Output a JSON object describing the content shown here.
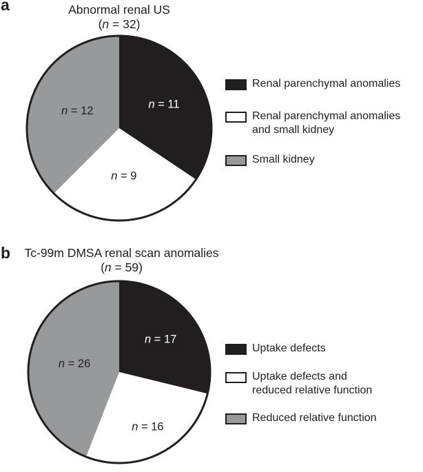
{
  "colors": {
    "black": "#221e1f",
    "gray": "#98999b",
    "white": "#ffffff",
    "page_bg": "#ffffff"
  },
  "panels": [
    {
      "panel_label": "a",
      "title": "Abnormal renal US",
      "subtitle": "(n = 32)",
      "legend": [
        {
          "swatch": "black",
          "lines": [
            "Renal parenchymal anomalies"
          ]
        },
        {
          "swatch": "white",
          "lines": [
            "Renal parenchymal anomalies",
            "and small kidney"
          ]
        },
        {
          "swatch": "gray",
          "lines": [
            "Small kidney"
          ]
        }
      ]
    },
    {
      "panel_label": "b",
      "title": "Tc-99m DMSA renal scan anomalies",
      "subtitle": "(n = 59)",
      "legend": [
        {
          "swatch": "black",
          "lines": [
            "Uptake defects"
          ]
        },
        {
          "swatch": "white",
          "lines": [
            "Uptake defects and",
            "reduced relative function"
          ]
        },
        {
          "swatch": "gray",
          "lines": [
            "Reduced relative function"
          ]
        }
      ]
    }
  ],
  "chart_data": [
    {
      "type": "pie",
      "title": "Abnormal renal US",
      "subtitle": "(n = 32)",
      "total": 32,
      "start_angle_deg": 0,
      "direction": "clockwise",
      "legend_position": "right",
      "slices": [
        {
          "id": "renal-parenchymal-anomalies",
          "label": "Renal parenchymal anomalies",
          "value": 11,
          "color": "#221e1f",
          "data_label": "n = 11",
          "label_color": "#ffffff",
          "label_r": 0.55
        },
        {
          "id": "renal-parenchymal-anomalies-and-small-kidney",
          "label": "Renal parenchymal anomalies and small kidney",
          "value": 9,
          "color": "#ffffff",
          "data_label": "n = 9",
          "label_color": "#221e1f",
          "label_r": 0.52
        },
        {
          "id": "small-kidney",
          "label": "Small kidney",
          "value": 12,
          "color": "#98999b",
          "data_label": "n = 12",
          "label_color": "#221e1f",
          "label_r": 0.49
        }
      ]
    },
    {
      "type": "pie",
      "title": "Tc-99m DMSA renal scan anomalies",
      "subtitle": "(n = 59)",
      "total": 59,
      "start_angle_deg": 0,
      "direction": "clockwise",
      "legend_position": "right",
      "slices": [
        {
          "id": "uptake-defects",
          "label": "Uptake defects",
          "value": 17,
          "color": "#221e1f",
          "data_label": "n = 17",
          "label_color": "#ffffff",
          "label_r": 0.58
        },
        {
          "id": "uptake-defects-and-reduced-relative-function",
          "label": "Uptake defects and reduced relative function",
          "value": 16,
          "color": "#ffffff",
          "data_label": "n = 16",
          "label_color": "#221e1f",
          "label_r": 0.68
        },
        {
          "id": "reduced-relative-function",
          "label": "Reduced relative function",
          "value": 26,
          "color": "#98999b",
          "data_label": "n = 26",
          "label_color": "#221e1f",
          "label_r": 0.5
        }
      ]
    }
  ]
}
